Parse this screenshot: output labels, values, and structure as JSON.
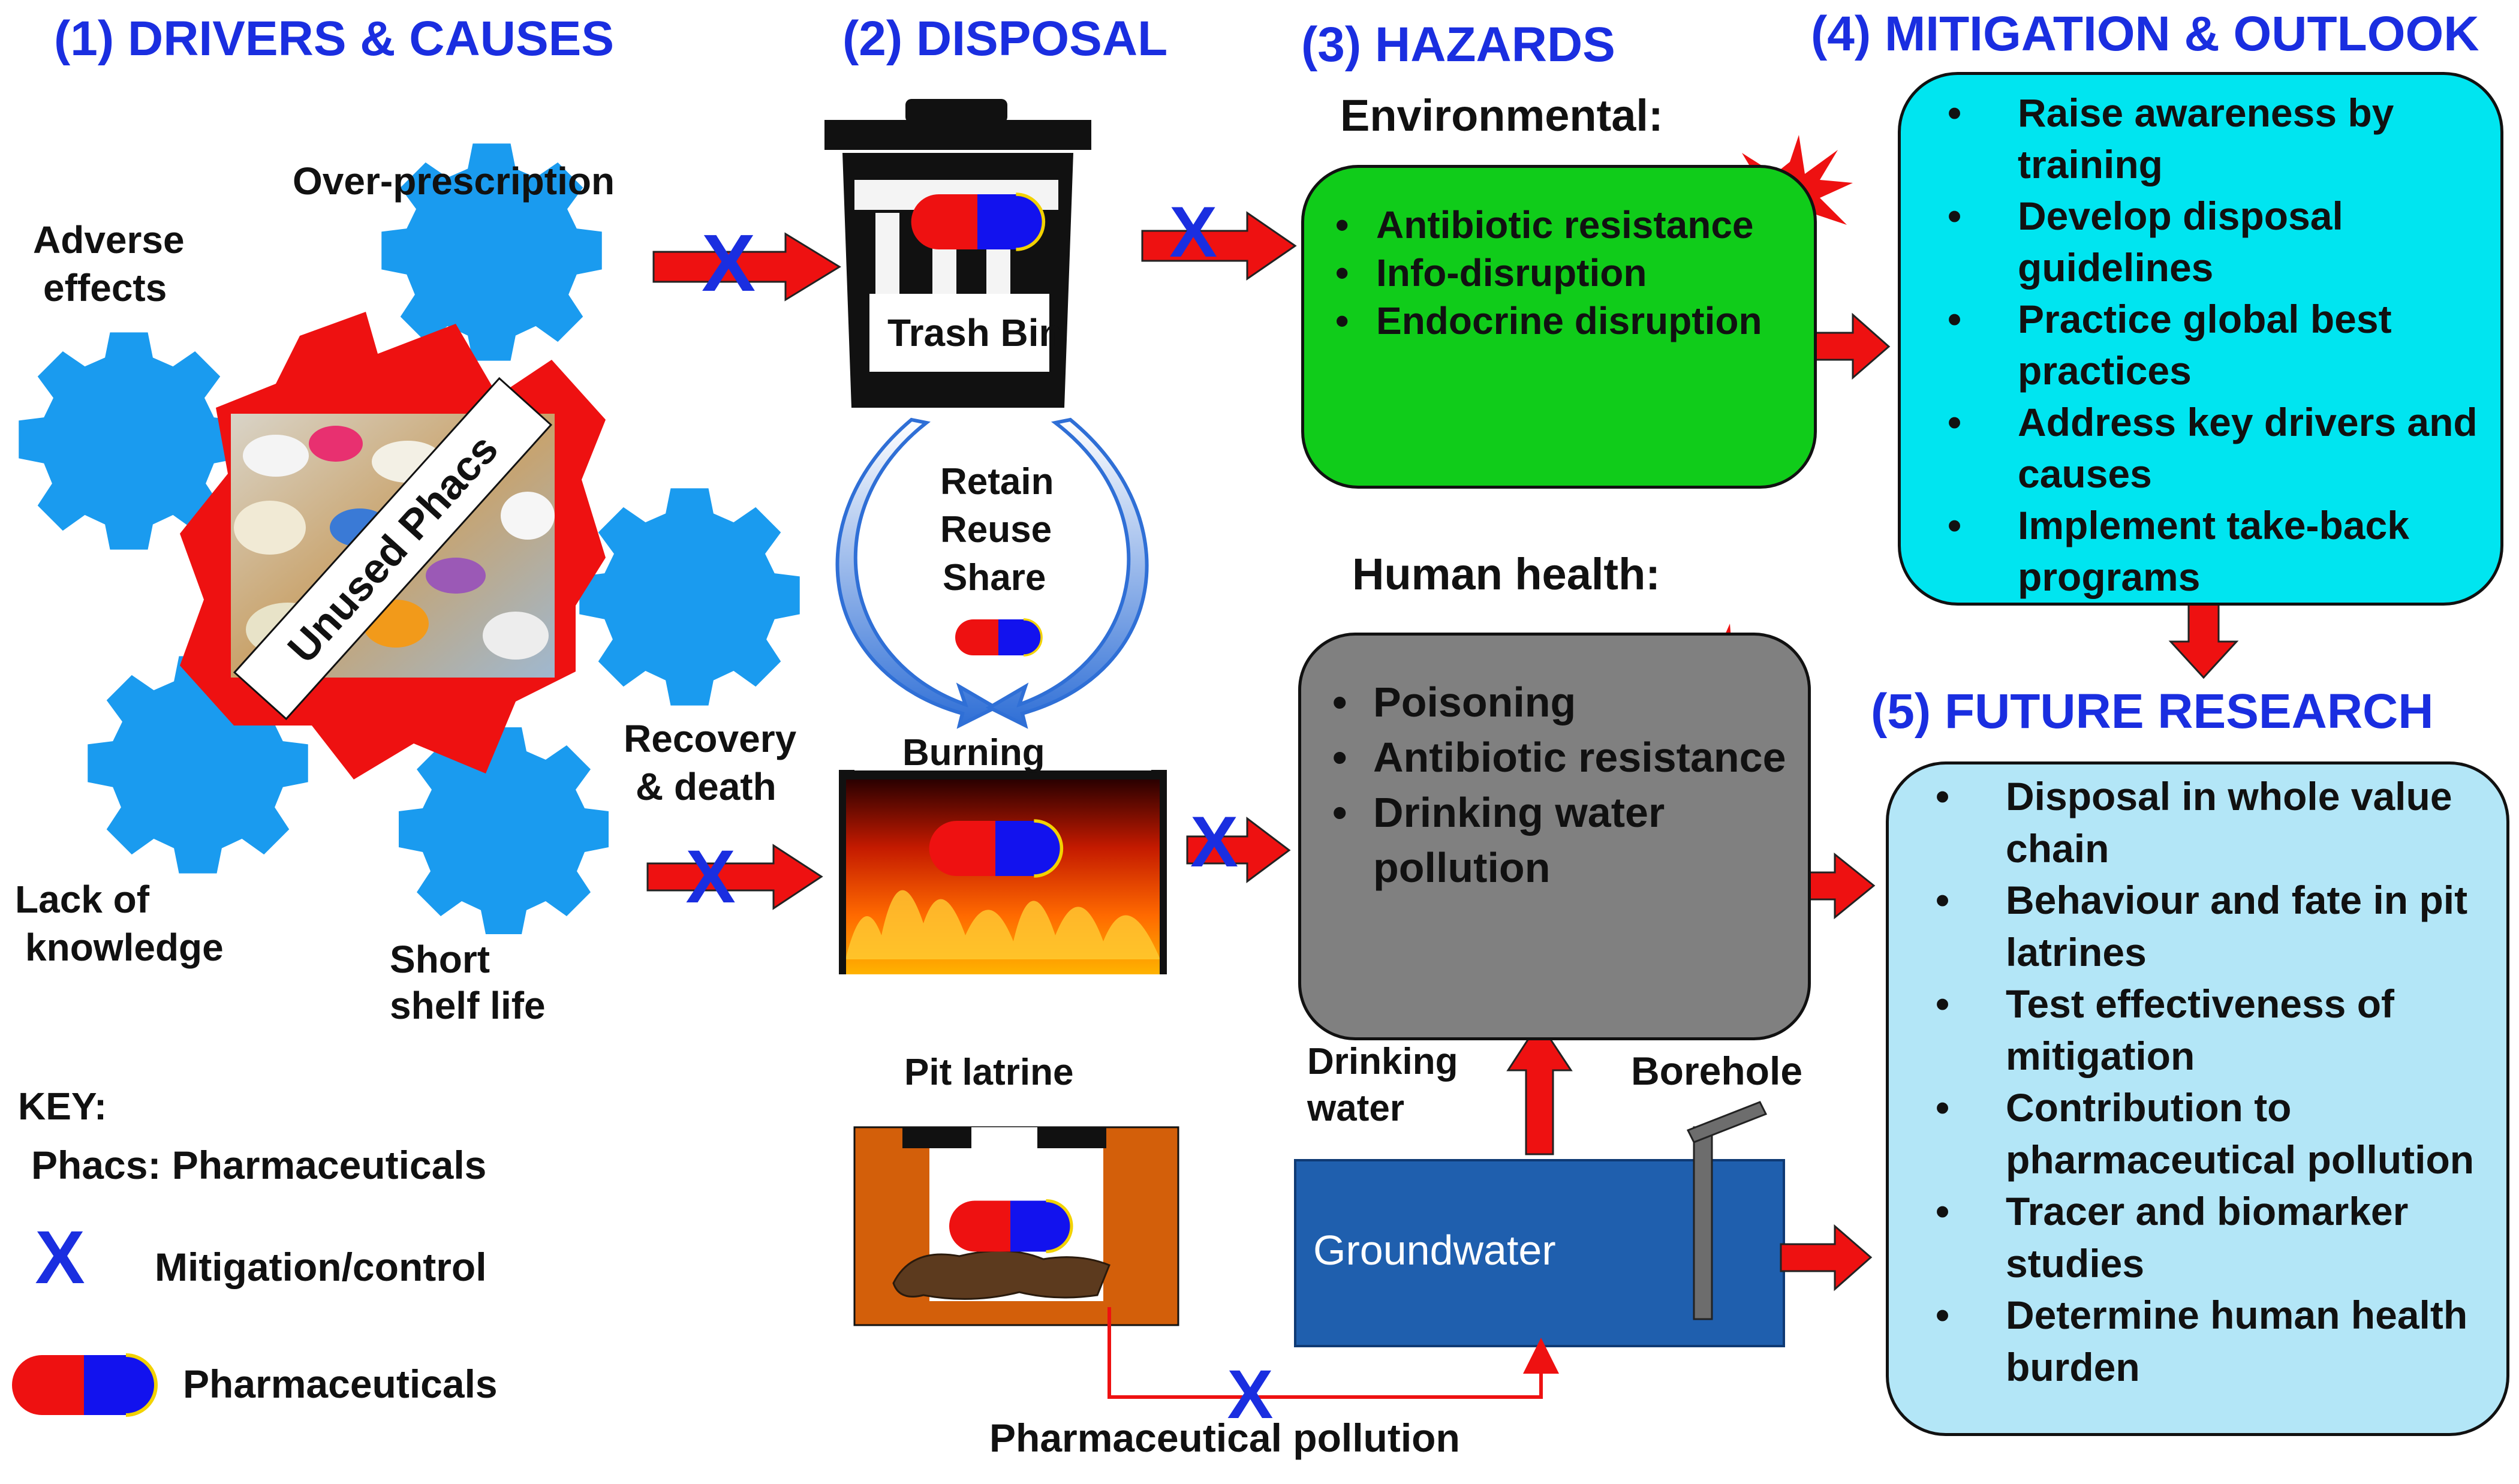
{
  "headings": {
    "drivers": "(1) DRIVERS & CAUSES",
    "disposal": "(2) DISPOSAL",
    "hazards": "(3) HAZARDS",
    "mitigation": "(4) MITIGATION & OUTLOOK",
    "future": "(5) FUTURE RESEARCH"
  },
  "drivers": {
    "center": "Unused Phacs",
    "over_prescription": "Over-prescription",
    "adverse_1": "Adverse",
    "adverse_2": "effects",
    "lack_1": "Lack of",
    "lack_2": "knowledge",
    "short_1": "Short",
    "short_2": "shelf life",
    "recovery_1": "Recovery",
    "recovery_2": "& death"
  },
  "disposal": {
    "trash_bin": "Trash Bin",
    "retain": "Retain",
    "reuse": "Reuse",
    "share": "Share",
    "burning": "Burning",
    "pit_latrine": "Pit latrine",
    "groundwater": "Groundwater",
    "borehole": "Borehole",
    "drinking_1": "Drinking",
    "drinking_2": "water",
    "pollution": "Pharmaceutical pollution"
  },
  "hazards": {
    "environmental_title": "Environmental:",
    "environmental_items": [
      "Antibiotic resistance",
      "Info-disruption",
      "Endocrine disruption"
    ],
    "human_title": "Human health:",
    "human_items": [
      "Poisoning",
      "Antibiotic resistance",
      "Drinking water pollution"
    ]
  },
  "mitigation_items": [
    "Raise awareness by training",
    "Develop disposal guidelines",
    "Practice global best practices",
    "Address key drivers and causes",
    "Implement take-back programs"
  ],
  "future_items": [
    "Disposal in whole value chain",
    "Behaviour and fate in pit latrines",
    "Test effectiveness of mitigation",
    "Contribution to pharmaceutical pollution",
    "Tracer and biomarker studies",
    "Determine human health burden"
  ],
  "key": {
    "title": "KEY:",
    "phacs": "Phacs: Pharmaceuticals",
    "x_symbol": "X",
    "mitigation": "Mitigation/control",
    "pharmaceuticals": "Pharmaceuticals"
  },
  "colors": {
    "heading_blue": "#1a2ee0",
    "gear_blue": "#1a9bef",
    "arrow_red": "#ee1111",
    "env_green": "#10cc1a",
    "human_grey": "#808080",
    "mitigation_cyan": "#00e5f0",
    "future_lightblue": "#b3e6f7",
    "groundwater_blue": "#1f5fae",
    "latrine_orange": "#d35f0a"
  }
}
